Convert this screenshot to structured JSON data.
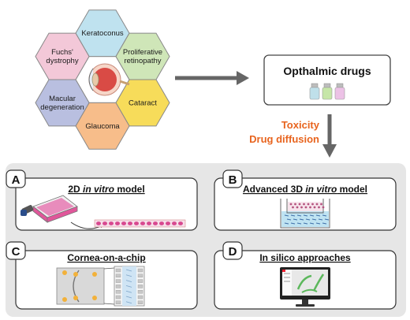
{
  "diseases": [
    {
      "key": "keratoconus",
      "label": [
        "Keratoconus"
      ],
      "color": "#bfe2ef"
    },
    {
      "key": "proliferative-retinopathy",
      "label": [
        "Proliferative",
        "retinopathy"
      ],
      "color": "#cfe6b8"
    },
    {
      "key": "cataract",
      "label": [
        "Cataract"
      ],
      "color": "#f7dc5a"
    },
    {
      "key": "glaucoma",
      "label": [
        "Glaucoma"
      ],
      "color": "#f7bd8a"
    },
    {
      "key": "macular-degeneration",
      "label": [
        "Macular",
        "degeneration"
      ],
      "color": "#b9bfe0"
    },
    {
      "key": "fuchs-dystrophy",
      "label": [
        "Fuchs'",
        "dystrophy"
      ],
      "color": "#f3c8d8"
    }
  ],
  "drugs_box": {
    "title": "Opthalmic drugs",
    "vial_colors": [
      "#bfe0ea",
      "#c6e6a8",
      "#ecc2e6"
    ]
  },
  "effects": [
    "Toxicity",
    "Drug diffusion"
  ],
  "panels": [
    {
      "letter": "A",
      "title_parts": [
        "2D ",
        "in vitro",
        " model"
      ]
    },
    {
      "letter": "B",
      "title_parts": [
        "Advanced 3D ",
        "in vitro",
        " model"
      ]
    },
    {
      "letter": "C",
      "title_parts": [
        "Cornea-on-a-chip"
      ]
    },
    {
      "letter": "D",
      "title_parts": [
        "In silico approaches"
      ]
    }
  ],
  "colors": {
    "panel_bg": "#e6e6e6",
    "arrow": "#666666",
    "accent": "#e8641e",
    "culture_pink": "#e0569a"
  }
}
